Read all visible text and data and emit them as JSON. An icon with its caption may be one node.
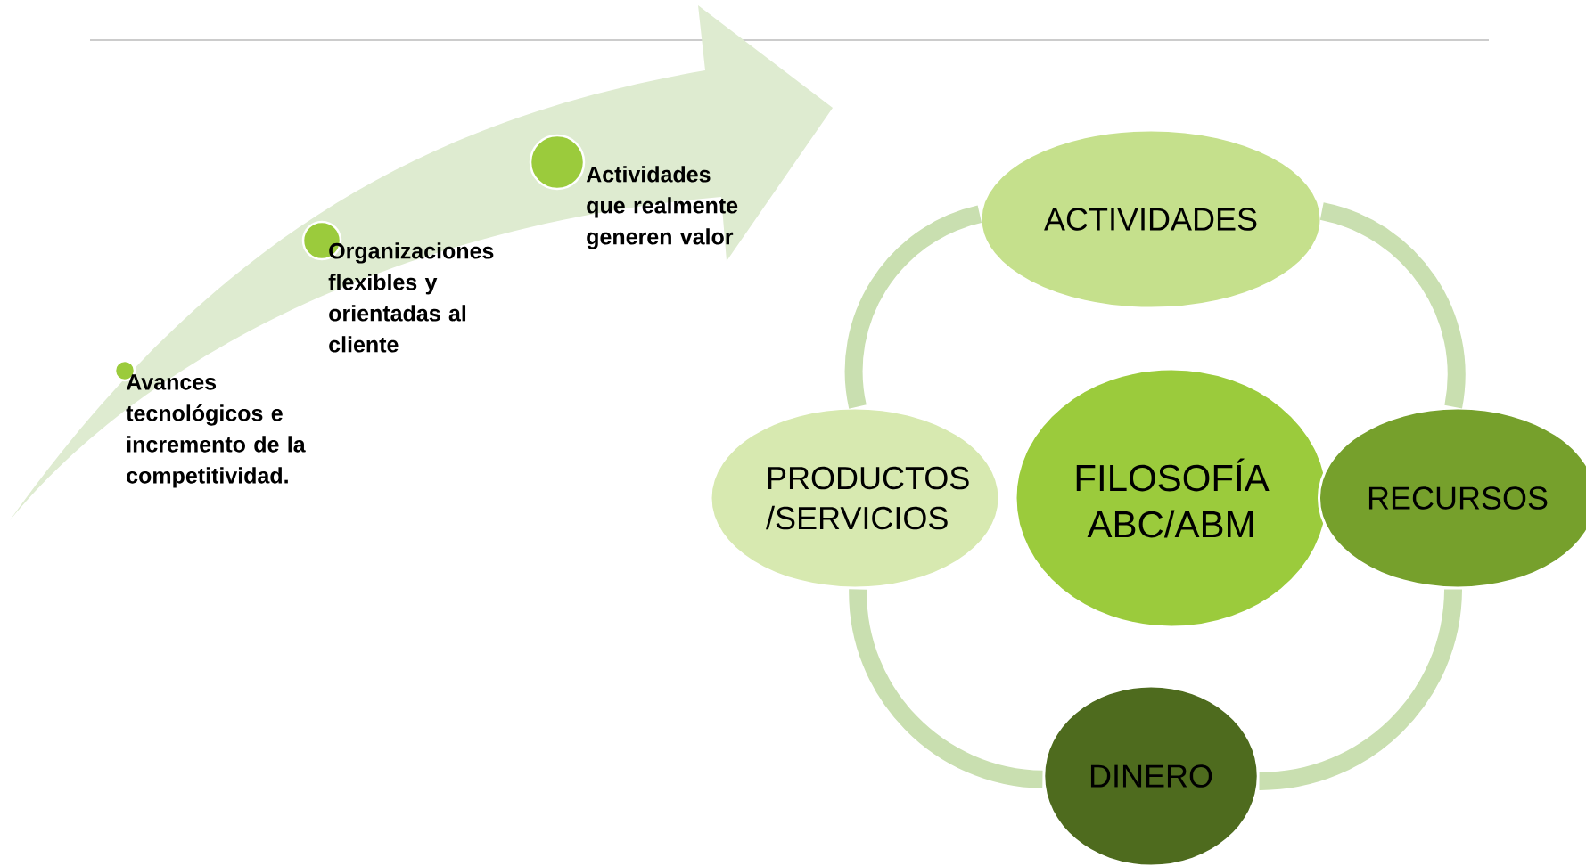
{
  "diagram": {
    "nodes": [
      {
        "text": [],
        "shape": "circle",
        "beside": [
          "Avances tecnológicos e incremento de la competitividad."
        ]
      },
      {
        "text": [],
        "shape": "circle",
        "beside": [
          "Organizaciones flexibles y orientadas al cliente"
        ]
      },
      {
        "text": [],
        "shape": "circle",
        "beside": [
          "Actividades que realmente generen valor"
        ]
      },
      {
        "text": [
          "ACTIVIDADES"
        ]
      },
      {
        "text": [
          "PRODUCTOS /SERVICIOS"
        ]
      },
      {
        "text": [
          "FILOSOFÍA ABC/ABM"
        ]
      },
      {
        "text": [
          "RECURSOS"
        ]
      },
      {
        "text": [
          "DINERO"
        ]
      }
    ],
    "edges": [
      {
        "from": 3,
        "to": 6,
        "arrow": "none"
      },
      {
        "from": 6,
        "to": 7,
        "arrow": "none"
      },
      {
        "from": 7,
        "to": 4,
        "arrow": "none"
      },
      {
        "from": 4,
        "to": 3,
        "arrow": "none"
      }
    ]
  }
}
